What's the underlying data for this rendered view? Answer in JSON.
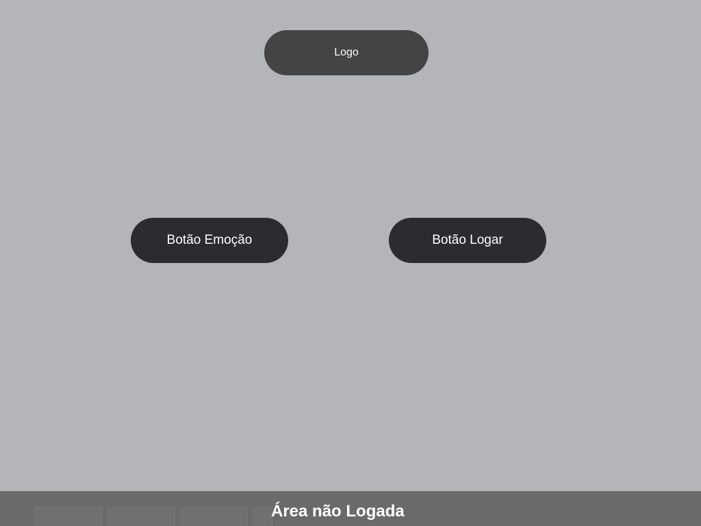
{
  "header": {
    "logo_label": "Logo"
  },
  "actions": {
    "emotion_button_label": "Botão Emoção",
    "login_button_label": "Botão Logar"
  },
  "footer": {
    "title": "Área não Logada"
  },
  "colors": {
    "background": "#b4b5b8",
    "logo_background": "#444444",
    "button_background": "#2b2c30",
    "footer_background": "#6a6a6a",
    "text": "#ffffff"
  }
}
